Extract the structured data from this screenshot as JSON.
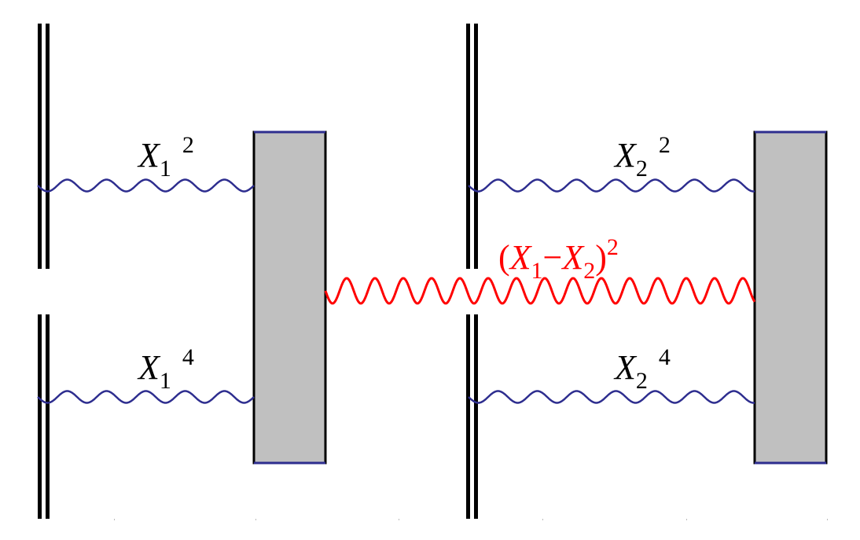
{
  "labels": {
    "top_left": {
      "var": "X",
      "sub": "1",
      "sup": "2"
    },
    "bottom_left": {
      "var": "X",
      "sub": "1",
      "sup": "4"
    },
    "top_right": {
      "var": "X",
      "sub": "2",
      "sup": "2"
    },
    "bottom_right": {
      "var": "X",
      "sub": "2",
      "sup": "4"
    },
    "coupling": {
      "open": "(",
      "var1": "X",
      "sub1": "1",
      "minus": "−",
      "var2": "X",
      "sub2": "2",
      "close": ")",
      "sup": "2"
    }
  },
  "colors": {
    "wall": "#000000",
    "wavy_blue": "#2e2e8f",
    "wavy_red": "#ff0000",
    "block_fill": "#c0c0c0",
    "block_edge": "#2e2e8f",
    "label_red": "#ff0000"
  }
}
